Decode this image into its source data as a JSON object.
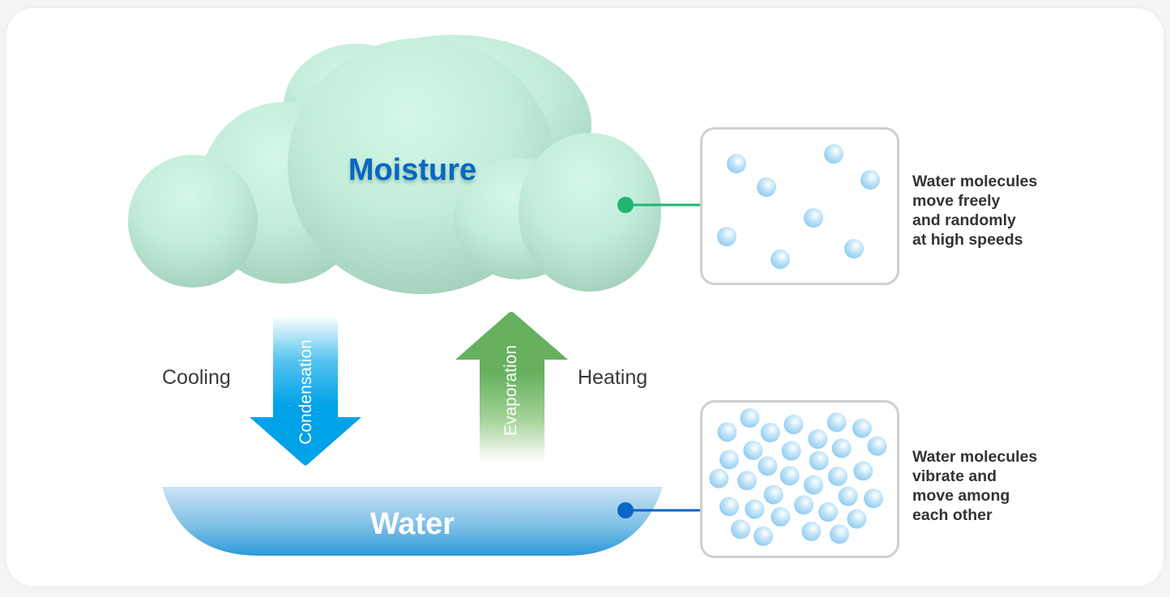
{
  "cloud": {
    "label": "Moisture",
    "color": "#0a66c2"
  },
  "water": {
    "label": "Water"
  },
  "arrows": {
    "condensation": {
      "label": "Condensation",
      "color": "#00a2e8"
    },
    "evaporation": {
      "label": "Evaporation",
      "color": "#66b05e"
    }
  },
  "side_labels": {
    "cooling": "Cooling",
    "heating": "Heating"
  },
  "gas_box": {
    "description_lines": [
      "Water molecules",
      "move freely",
      "and randomly",
      "at high speeds"
    ],
    "connector_color": "#22b573"
  },
  "liquid_box": {
    "description_lines": [
      "Water molecules",
      "vibrate and",
      "move among",
      "each other"
    ],
    "connector_color": "#0a66c2"
  }
}
